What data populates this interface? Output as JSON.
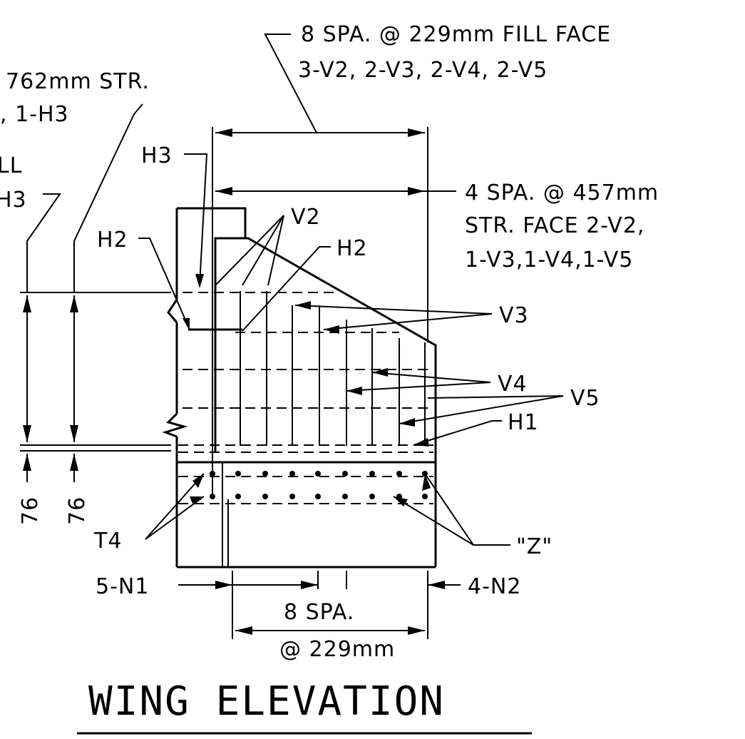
{
  "labels": {
    "top_fill_face_1": "8 SPA. @ 229mm FILL FACE",
    "top_fill_face_2": "3-V2, 2-V3, 2-V4, 2-V5",
    "left_str_1": "762mm STR.",
    "left_str_2": ", 1-H3",
    "left_fill_1": "LL",
    "left_fill_2": "H3",
    "h3": "H3",
    "v2": "V2",
    "h2_left": "H2",
    "h2_right": "H2",
    "str_face_1": "4 SPA. @ 457mm",
    "str_face_2": "STR. FACE 2-V2,",
    "str_face_3": "1-V3,1-V4,1-V5",
    "v3": "V3",
    "v4": "V4",
    "v5": "V5",
    "h1": "H1",
    "dim_76_a": "76",
    "dim_76_b": "76",
    "t4": "T4",
    "z": "\"Z\"",
    "n1": "5-N1",
    "n2": "4-N2",
    "bottom_spa_1": "8 SPA.",
    "bottom_spa_2": "@ 229mm",
    "title": "WING ELEVATION"
  }
}
